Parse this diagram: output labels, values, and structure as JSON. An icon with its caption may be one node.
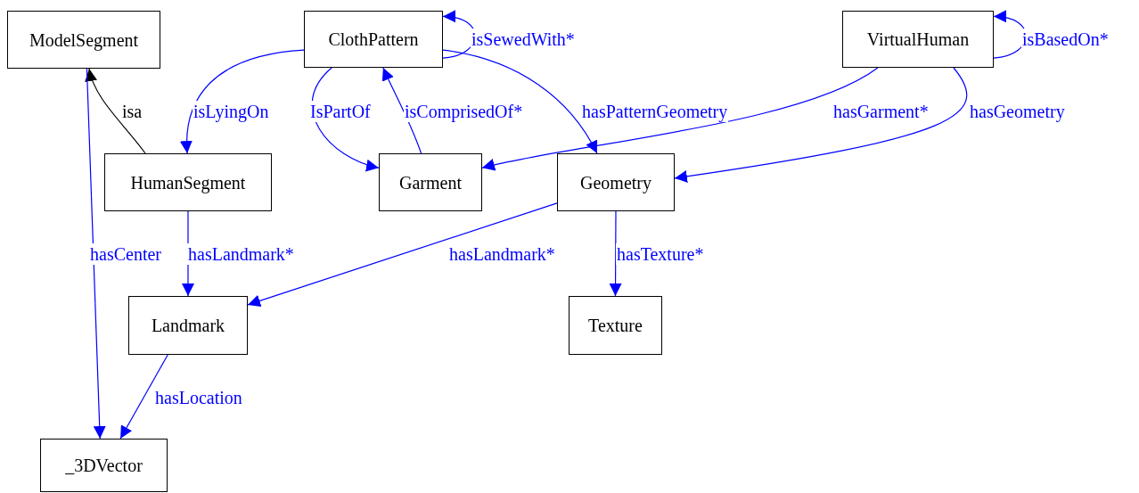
{
  "diagram": {
    "nodes": [
      {
        "text": [
          "ModelSegment"
        ]
      },
      {
        "text": [
          "ClothPattern"
        ]
      },
      {
        "text": [
          "VirtualHuman"
        ]
      },
      {
        "text": [
          "HumanSegment"
        ]
      },
      {
        "text": [
          "Garment"
        ]
      },
      {
        "text": [
          "Geometry"
        ]
      },
      {
        "text": [
          "Landmark"
        ]
      },
      {
        "text": [
          "Texture"
        ]
      },
      {
        "text": [
          "_3DVector"
        ]
      }
    ],
    "edges": [
      {
        "from": 3,
        "to": 0,
        "arrow": "to",
        "label": "isa",
        "color": "#000000"
      },
      {
        "from": 1,
        "to": 1,
        "arrow": "to",
        "label": "isSewedWith*"
      },
      {
        "from": 1,
        "to": 3,
        "arrow": "to",
        "label": "isLyingOn"
      },
      {
        "from": 1,
        "to": 4,
        "arrow": "to",
        "label": "IsPartOf"
      },
      {
        "from": 4,
        "to": 1,
        "arrow": "to",
        "label": "isComprisedOf*"
      },
      {
        "from": 1,
        "to": 5,
        "arrow": "to",
        "label": "hasPatternGeometry"
      },
      {
        "from": 2,
        "to": 2,
        "arrow": "to",
        "label": "isBasedOn*"
      },
      {
        "from": 2,
        "to": 4,
        "arrow": "to",
        "label": "hasGarment*"
      },
      {
        "from": 2,
        "to": 5,
        "arrow": "to",
        "label": "hasGeometry"
      },
      {
        "from": 0,
        "to": 8,
        "arrow": "to",
        "label": "hasCenter"
      },
      {
        "from": 3,
        "to": 6,
        "arrow": "to",
        "label": "hasLandmark*"
      },
      {
        "from": 5,
        "to": 6,
        "arrow": "to",
        "label": "hasLandmark*"
      },
      {
        "from": 5,
        "to": 7,
        "arrow": "to",
        "label": "hasTexture*"
      },
      {
        "from": 6,
        "to": 8,
        "arrow": "to",
        "label": "hasLocation"
      }
    ]
  }
}
